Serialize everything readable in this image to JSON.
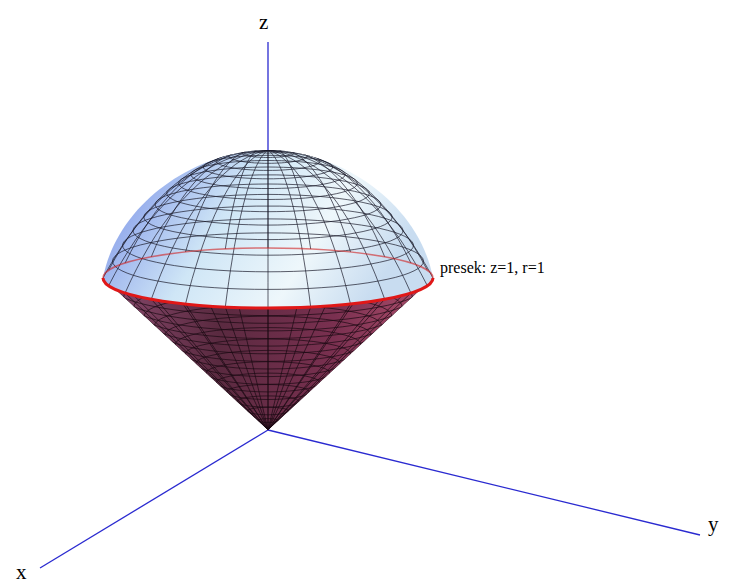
{
  "diagram": {
    "labels": [
      "z",
      "presek: z=1, r=1",
      "y",
      "x"
    ]
  }
}
